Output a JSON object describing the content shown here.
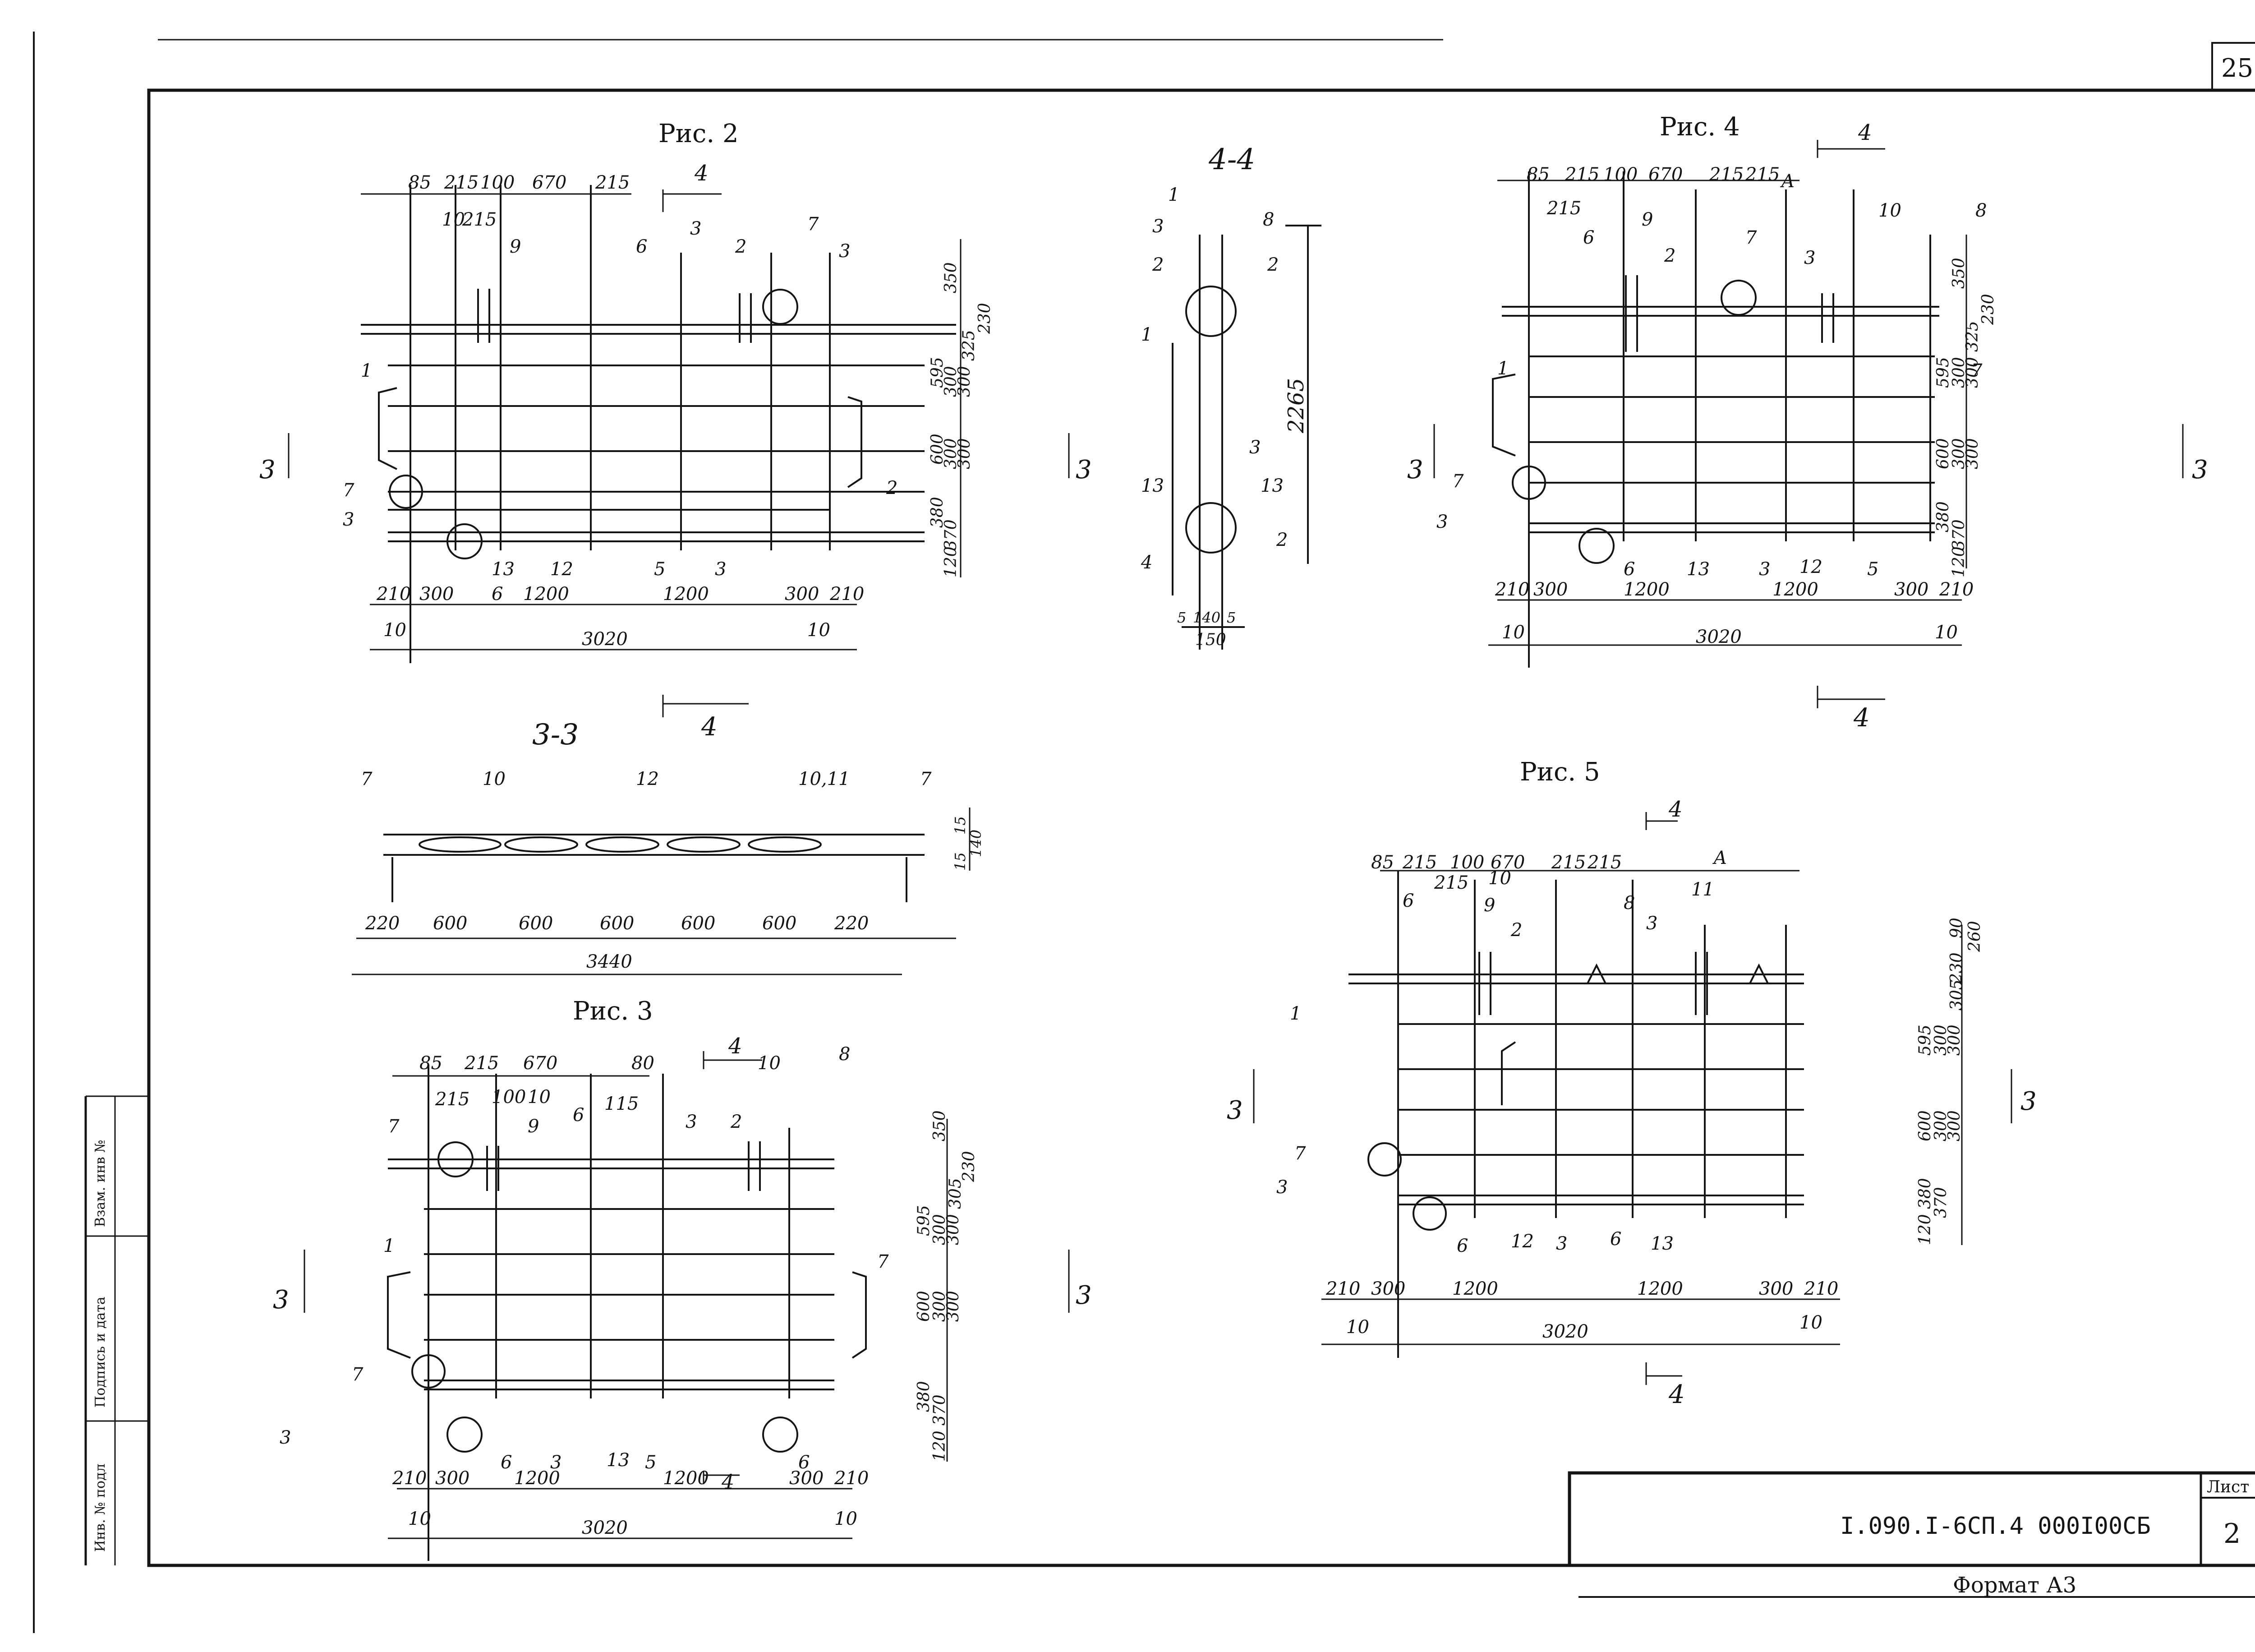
{
  "sheet": {
    "page_number": "25",
    "format_label": "Формат А3",
    "title_block": {
      "doc_code": "I.090.I-6СП.4 000I00СБ",
      "list_label": "Лист",
      "list_number": "2"
    },
    "side_stamp": [
      "Инв. № подл",
      "Подпись и дата",
      "Взам. инв №"
    ]
  },
  "figures": {
    "fig2": {
      "title": "Рис. 2",
      "top_dims": [
        "85",
        "215",
        "100",
        "670",
        "215"
      ],
      "bottom_dims": [
        "210",
        "300",
        "1200",
        "1200",
        "300",
        "210"
      ],
      "edge_dims": [
        "10",
        "10"
      ],
      "total": "3020",
      "right_dims": [
        "350",
        "230",
        "325",
        "595",
        "300",
        "300",
        "600",
        "300",
        "300",
        "380",
        "370",
        "120"
      ],
      "marks": [
        "10",
        "215",
        "9",
        "6",
        "3",
        "2",
        "7",
        "3",
        "1",
        "7",
        "3",
        "6",
        "13",
        "12",
        "5",
        "3",
        "2"
      ],
      "section_marks": [
        "4",
        "4",
        "3",
        "3"
      ]
    },
    "sec44": {
      "title": "4-4",
      "marks": [
        "1",
        "3",
        "2",
        "8",
        "2",
        "1",
        "3",
        "13",
        "13",
        "4",
        "2"
      ],
      "dims": [
        "2265",
        "5",
        "140",
        "5",
        "150"
      ]
    },
    "fig4": {
      "title": "Рис. 4",
      "top_dims": [
        "85",
        "215",
        "100",
        "670",
        "215",
        "215",
        "A"
      ],
      "bottom_dims": [
        "210",
        "300",
        "1200",
        "1200",
        "300",
        "210"
      ],
      "edge_dims": [
        "10",
        "10"
      ],
      "total": "3020",
      "right_dims": [
        "350",
        "230",
        "325",
        "595",
        "300",
        "300",
        "600",
        "300",
        "300",
        "380",
        "370",
        "120"
      ],
      "marks": [
        "215",
        "6",
        "9",
        "2",
        "7",
        "3",
        "10",
        "8",
        "1",
        "7",
        "7",
        "3",
        "6",
        "13",
        "3",
        "12",
        "5"
      ],
      "section_marks": [
        "4",
        "4",
        "3",
        "3"
      ]
    },
    "sec33": {
      "title": "3-3",
      "marks": [
        "7",
        "10",
        "12",
        "10,11",
        "7"
      ],
      "dims": [
        "220",
        "600",
        "600",
        "600",
        "600",
        "600",
        "220"
      ],
      "total": "3440",
      "right_dims": [
        "15",
        "140",
        "15"
      ]
    },
    "fig3": {
      "title": "Рис. 3",
      "top_dims": [
        "85",
        "215",
        "670",
        "80"
      ],
      "bottom_dims": [
        "210",
        "300",
        "1200",
        "1200",
        "300",
        "210"
      ],
      "edge_dims": [
        "10",
        "10"
      ],
      "total": "3020",
      "right_dims": [
        "350",
        "230",
        "305",
        "595",
        "300",
        "300",
        "600",
        "300",
        "300",
        "380",
        "370",
        "120"
      ],
      "marks": [
        "215",
        "100",
        "10",
        "9",
        "6",
        "115",
        "10",
        "3",
        "2",
        "8",
        "7",
        "1",
        "7",
        "7",
        "3",
        "6",
        "3",
        "13",
        "5",
        "6"
      ],
      "section_marks": [
        "4",
        "4",
        "3",
        "3"
      ]
    },
    "fig5": {
      "title": "Рис. 5",
      "top_dims": [
        "85",
        "215",
        "100",
        "670",
        "215",
        "215",
        "A"
      ],
      "bottom_dims": [
        "210",
        "300",
        "1200",
        "1200",
        "300",
        "210"
      ],
      "edge_dims": [
        "10",
        "10"
      ],
      "total": "3020",
      "right_dims": [
        "90",
        "260",
        "230",
        "305",
        "595",
        "300",
        "300",
        "600",
        "300",
        "300",
        "380",
        "370",
        "120"
      ],
      "marks": [
        "6",
        "215",
        "10",
        "9",
        "2",
        "8",
        "3",
        "11",
        "1",
        "7",
        "3",
        "6",
        "12",
        "3",
        "6",
        "13"
      ],
      "section_marks": [
        "4",
        "4",
        "3",
        "3"
      ]
    }
  }
}
